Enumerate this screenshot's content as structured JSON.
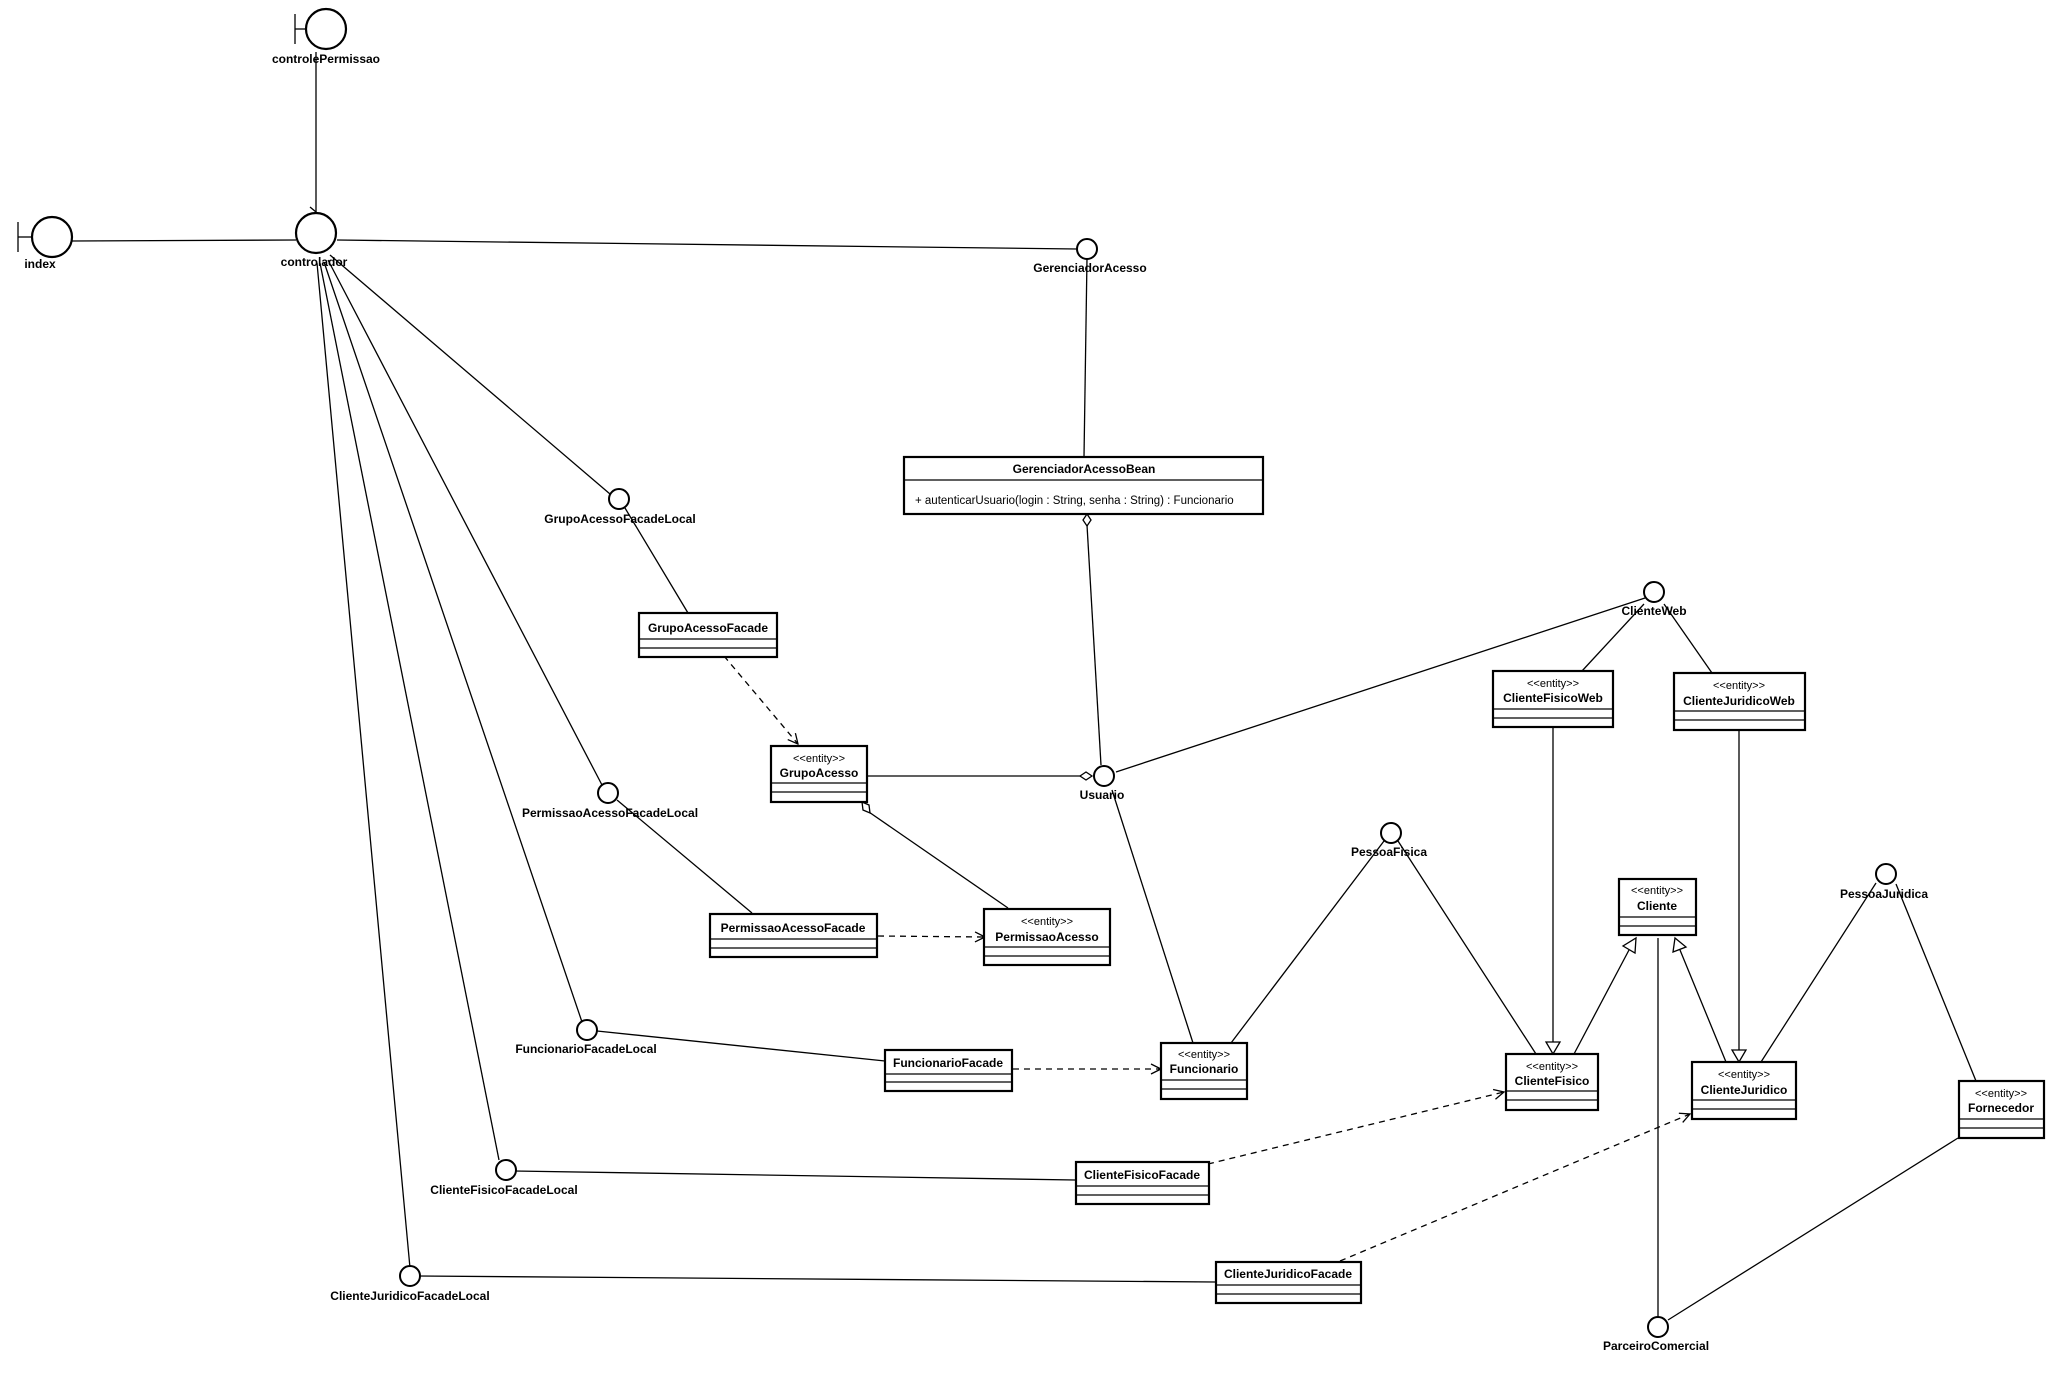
{
  "boundaries": {
    "controlePermissao": "controlePermissao",
    "index": "index"
  },
  "controls": {
    "controlador": "controlador"
  },
  "interfaces": {
    "gerenciadorAcesso": "GerenciadorAcesso",
    "grupoAcessoFacadeLocal": "GrupoAcessoFacadeLocal",
    "permissaoAcessoFacadeLocal": "PermissaoAcessoFacadeLocal",
    "funcionarioFacadeLocal": "FuncionarioFacadeLocal",
    "clienteFisicoFacadeLocal": "ClienteFisicoFacadeLocal",
    "clienteJuridicoFacadeLocal": "ClienteJuridicoFacadeLocal",
    "usuario": "Usuario",
    "clienteWeb": "ClienteWeb",
    "pessoaFisica": "PessoaFisica",
    "pessoaJuridica": "PessoaJuridica",
    "parceiroComercial": "ParceiroComercial"
  },
  "classes": {
    "gerenciadorAcessoBean": {
      "name": "GerenciadorAcessoBean",
      "operation": "+ autenticarUsuario(login : String, senha : String) : Funcionario"
    },
    "grupoAcessoFacade": {
      "name": "GrupoAcessoFacade"
    },
    "permissaoAcessoFacade": {
      "name": "PermissaoAcessoFacade"
    },
    "funcionarioFacade": {
      "name": "FuncionarioFacade"
    },
    "clienteFisicoFacade": {
      "name": "ClienteFisicoFacade"
    },
    "clienteJuridicoFacade": {
      "name": "ClienteJuridicoFacade"
    },
    "grupoAcesso": {
      "stereotype": "<<entity>>",
      "name": "GrupoAcesso"
    },
    "permissaoAcesso": {
      "stereotype": "<<entity>>",
      "name": "PermissaoAcesso"
    },
    "funcionario": {
      "stereotype": "<<entity>>",
      "name": "Funcionario"
    },
    "clienteFisicoWeb": {
      "stereotype": "<<entity>>",
      "name": "ClienteFisicoWeb"
    },
    "clienteJuridicoWeb": {
      "stereotype": "<<entity>>",
      "name": "ClienteJuridicoWeb"
    },
    "cliente": {
      "stereotype": "<<entity>>",
      "name": "Cliente"
    },
    "clienteFisico": {
      "stereotype": "<<entity>>",
      "name": "ClienteFisico"
    },
    "clienteJuridico": {
      "stereotype": "<<entity>>",
      "name": "ClienteJuridico"
    },
    "fornecedor": {
      "stereotype": "<<entity>>",
      "name": "Fornecedor"
    }
  }
}
